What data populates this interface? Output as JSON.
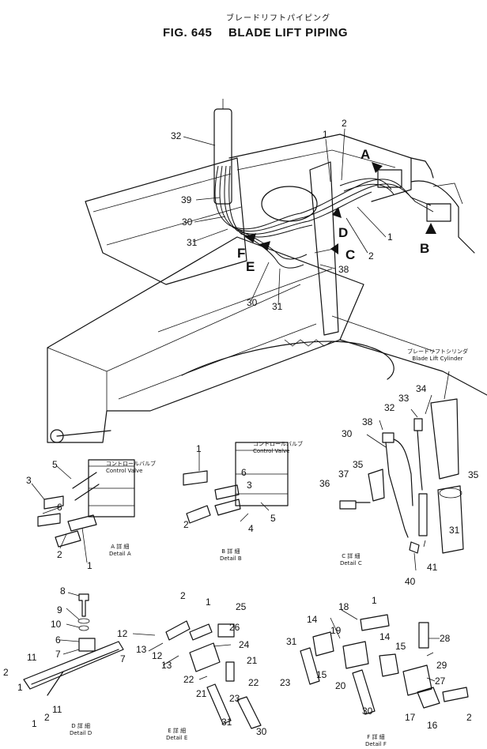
{
  "header": {
    "title_jp": "ブレードリフトパイピング",
    "fig_label": "FIG. 645",
    "title_en": "BLADE LIFT PIPING"
  },
  "main_view": {
    "arrow_letters": [
      "A",
      "B",
      "C",
      "D",
      "E",
      "F"
    ],
    "callouts": [
      "32",
      "1",
      "2",
      "39",
      "30",
      "31",
      "1",
      "2",
      "38",
      "30",
      "31"
    ],
    "cylinder_label_jp": "ブレードリフトシリンダ",
    "cylinder_label_en": "Blade Lift Cylinder"
  },
  "details": {
    "a": {
      "caption_jp": "A 詳 細",
      "caption_en": "Detail A",
      "valve_jp": "コントロールバルブ",
      "valve_en": "Control Valve",
      "callouts": [
        "5",
        "3",
        "6",
        "2",
        "1"
      ]
    },
    "b": {
      "caption_jp": "B 詳 細",
      "caption_en": "Detail B",
      "valve_jp": "コントロールバルブ",
      "valve_en": "Control Valve",
      "callouts": [
        "1",
        "6",
        "3",
        "2",
        "4",
        "5"
      ]
    },
    "c": {
      "caption_jp": "C 詳 細",
      "caption_en": "Detail C",
      "callouts": [
        "38",
        "30",
        "35",
        "37",
        "36",
        "32",
        "33",
        "34",
        "35",
        "31",
        "41",
        "40"
      ]
    },
    "d": {
      "caption_jp": "D 詳 細",
      "caption_en": "Detail D",
      "callouts": [
        "8",
        "9",
        "10",
        "6",
        "7",
        "7",
        "11",
        "11",
        "2",
        "1",
        "2",
        "1"
      ]
    },
    "e": {
      "caption_jp": "E 詳 細",
      "caption_en": "Detail E",
      "callouts": [
        "2",
        "1",
        "25",
        "12",
        "26",
        "13",
        "12",
        "24",
        "13",
        "22",
        "21",
        "22",
        "23",
        "21",
        "23",
        "31",
        "30"
      ]
    },
    "f": {
      "caption_jp": "F 詳 細",
      "caption_en": "Detail F",
      "callouts": [
        "1",
        "18",
        "14",
        "19",
        "31",
        "14",
        "15",
        "28",
        "15",
        "20",
        "29",
        "27",
        "30",
        "17",
        "16",
        "2"
      ]
    }
  }
}
